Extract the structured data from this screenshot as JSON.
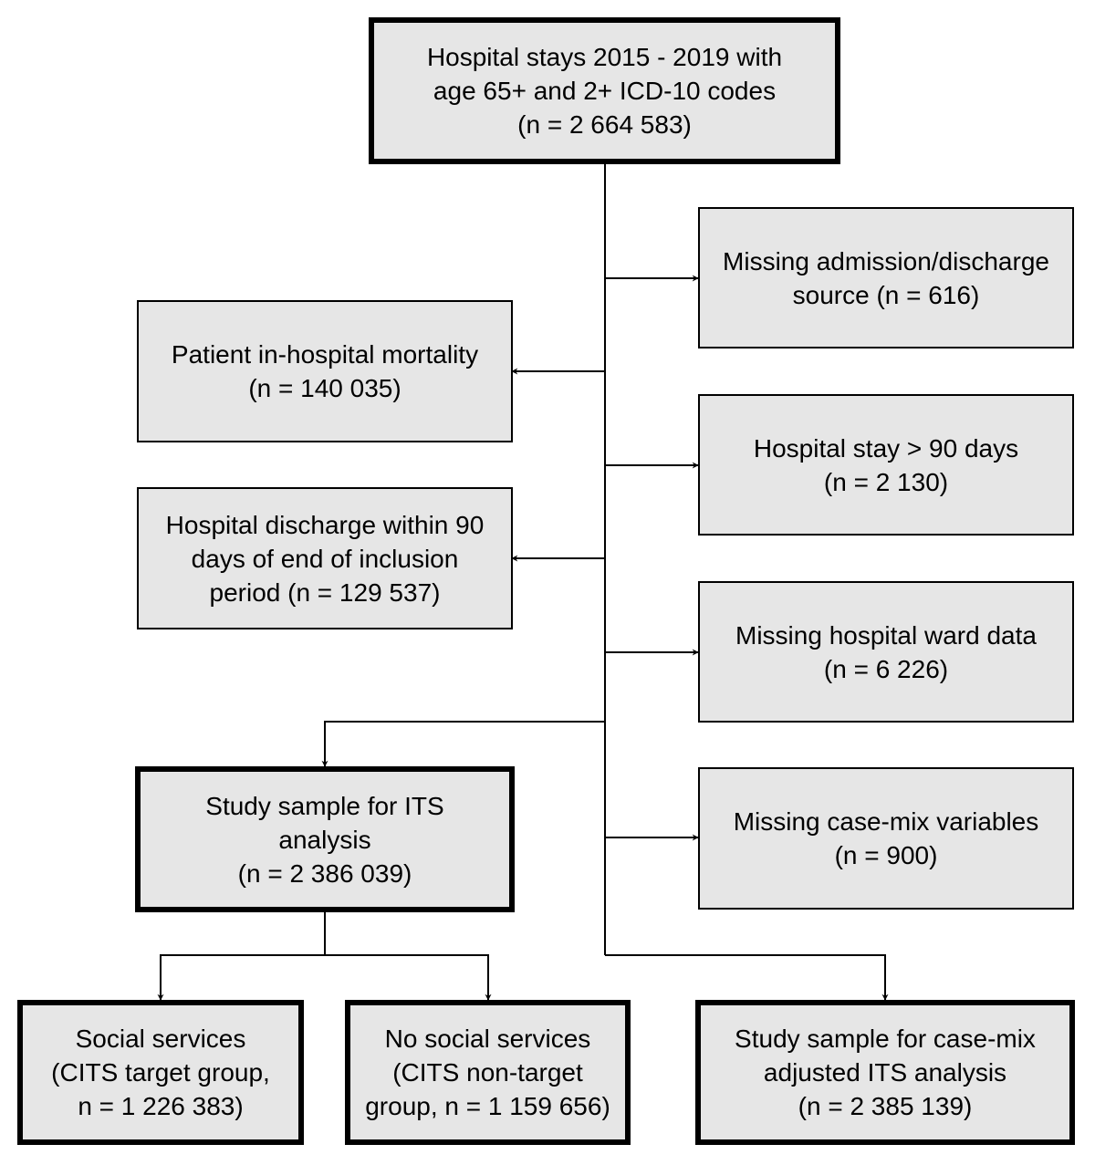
{
  "boxes": {
    "top": {
      "lines": [
        "Hospital stays 2015 - 2019 with",
        "age 65+ and 2+ ICD-10 codes",
        "(n = 2 664 583)"
      ]
    },
    "missing_admission": {
      "lines": [
        "Missing admission/discharge",
        "source (n = 616)"
      ]
    },
    "mortality": {
      "lines": [
        "Patient in-hospital mortality",
        "(n = 140 035)"
      ]
    },
    "stay_90": {
      "lines": [
        "Hospital stay > 90 days",
        "(n = 2 130)"
      ]
    },
    "discharge_90": {
      "lines": [
        "Hospital discharge within 90",
        "days of end of inclusion",
        "period (n = 129 537)"
      ]
    },
    "missing_ward": {
      "lines": [
        "Missing hospital ward data",
        "(n = 6 226)"
      ]
    },
    "its_sample": {
      "lines": [
        "Study sample for ITS",
        "analysis",
        "(n = 2 386 039)"
      ]
    },
    "missing_casemix": {
      "lines": [
        "Missing case-mix variables",
        "(n = 900)"
      ]
    },
    "social_services": {
      "lines": [
        "Social services",
        "(CITS target group,",
        "n = 1 226 383)"
      ]
    },
    "no_social_services": {
      "lines": [
        "No social services",
        "(CITS non-target",
        "group, n = 1 159 656)"
      ]
    },
    "casemix_sample": {
      "lines": [
        "Study sample for case-mix",
        "adjusted ITS analysis",
        "(n = 2 385 139)"
      ]
    }
  },
  "colors": {
    "box_fill": "#e6e6e6",
    "stroke": "#000000"
  }
}
